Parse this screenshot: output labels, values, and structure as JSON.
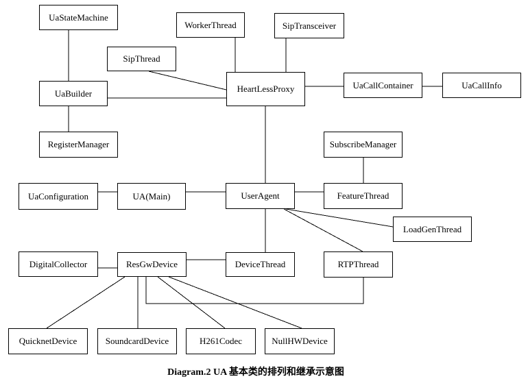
{
  "diagram": {
    "caption": "Diagram.2 UA 基本类的排列和继承示意图",
    "colors": {
      "background": "#ffffff",
      "line": "#000000",
      "text": "#000000"
    },
    "nodes": {
      "ua_state_machine": "UaStateMachine",
      "worker_thread": "WorkerThread",
      "sip_transceiver": "SipTransceiver",
      "sip_thread": "SipThread",
      "heart_less_proxy": "HeartLessProxy",
      "ua_call_container": "UaCallContainer",
      "ua_call_info": "UaCallInfo",
      "ua_builder": "UaBuilder",
      "register_manager": "RegisterManager",
      "subscribe_manager": "SubscribeManager",
      "ua_configuration": "UaConfiguration",
      "ua_main": "UA(Main)",
      "user_agent": "UserAgent",
      "feature_thread": "FeatureThread",
      "load_gen_thread": "LoadGenThread",
      "digital_collector": "DigitalCollector",
      "res_gw_device": "ResGwDevice",
      "device_thread": "DeviceThread",
      "rtp_thread": "RTPThread",
      "quicknet_device": "QuicknetDevice",
      "soundcard_device": "SoundcardDevice",
      "h261_codec": "H261Codec",
      "null_hw_device": "NullHWDevice"
    },
    "edges": [
      {
        "from": "ua_state_machine",
        "to": "ua_builder"
      },
      {
        "from": "worker_thread",
        "to": "heart_less_proxy"
      },
      {
        "from": "sip_transceiver",
        "to": "heart_less_proxy"
      },
      {
        "from": "sip_thread",
        "to": "heart_less_proxy"
      },
      {
        "from": "ua_builder",
        "to": "heart_less_proxy"
      },
      {
        "from": "ua_builder",
        "to": "register_manager"
      },
      {
        "from": "heart_less_proxy",
        "to": "ua_call_container"
      },
      {
        "from": "ua_call_container",
        "to": "ua_call_info"
      },
      {
        "from": "heart_less_proxy",
        "to": "user_agent"
      },
      {
        "from": "ua_configuration",
        "to": "ua_main"
      },
      {
        "from": "ua_main",
        "to": "user_agent"
      },
      {
        "from": "user_agent",
        "to": "feature_thread"
      },
      {
        "from": "subscribe_manager",
        "to": "feature_thread"
      },
      {
        "from": "user_agent",
        "to": "load_gen_thread"
      },
      {
        "from": "user_agent",
        "to": "rtp_thread"
      },
      {
        "from": "user_agent",
        "to": "device_thread"
      },
      {
        "from": "digital_collector",
        "to": "res_gw_device"
      },
      {
        "from": "res_gw_device",
        "to": "device_thread"
      },
      {
        "from": "res_gw_device",
        "to": "rtp_thread"
      },
      {
        "from": "res_gw_device",
        "to": "quicknet_device"
      },
      {
        "from": "res_gw_device",
        "to": "soundcard_device"
      },
      {
        "from": "res_gw_device",
        "to": "h261_codec"
      },
      {
        "from": "res_gw_device",
        "to": "null_hw_device"
      }
    ]
  }
}
